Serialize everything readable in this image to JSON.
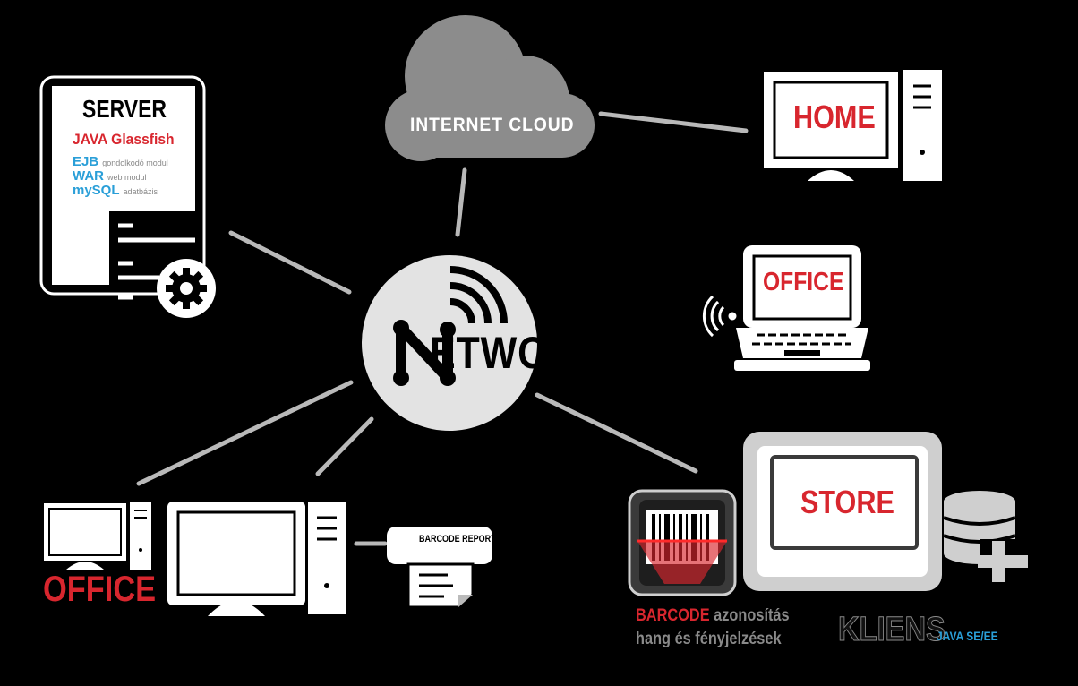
{
  "server": {
    "title": "SERVER",
    "subtitle": "JAVA Glassfish",
    "modules": [
      {
        "name": "EJB",
        "desc": "gondolkodó modul"
      },
      {
        "name": "WAR",
        "desc": "web modul"
      },
      {
        "name": "mySQL",
        "desc": "adatbázis"
      }
    ]
  },
  "cloud": {
    "label": "INTERNET CLOUD"
  },
  "home": {
    "label": "HOME"
  },
  "office_right": {
    "label": "OFFICE"
  },
  "network": {
    "label": "ETWORK"
  },
  "office_left": {
    "label": "OFFICE"
  },
  "printer": {
    "label": "BARCODE REPORTS"
  },
  "store": {
    "label": "STORE"
  },
  "barcode": {
    "highlight": "BARCODE",
    "rest": " azonosítás",
    "line2": "hang és fényjelzések"
  },
  "client": {
    "label": "KLIENS",
    "sub": "JAVA SE/EE"
  },
  "colors": {
    "accent_red": "#d8262e",
    "accent_blue": "#2a9fd8",
    "gray": "#8a8a8a",
    "hub": "#e3e3e3"
  },
  "icons": [
    "server-icon",
    "gear-icon",
    "cloud-icon",
    "desktop-icon",
    "laptop-icon",
    "wifi-icon",
    "network-logo-icon",
    "printer-icon",
    "barcode-scanner-icon",
    "tablet-icon",
    "database-plus-icon"
  ]
}
